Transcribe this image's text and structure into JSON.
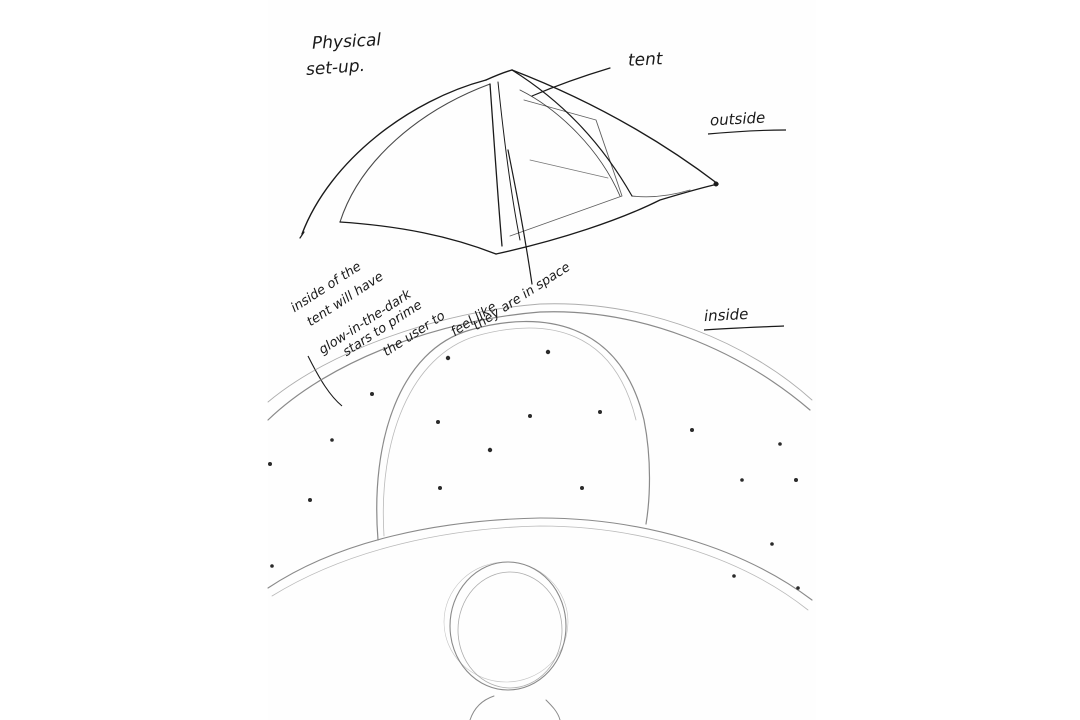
{
  "annotations": {
    "title_line1": "Physical",
    "title_line2": "set-up.",
    "tent_label": "tent",
    "outside_label": "outside",
    "inside_label": "inside",
    "note_lines": [
      "inside of the",
      "tent will have",
      "glow-in-the-dark",
      "stars to prime",
      "the user to",
      "feel like",
      "they are in space"
    ]
  },
  "colors": {
    "ink": "#1a1a1a",
    "pencil": "#8a8a8a",
    "paper": "#fefefe"
  }
}
